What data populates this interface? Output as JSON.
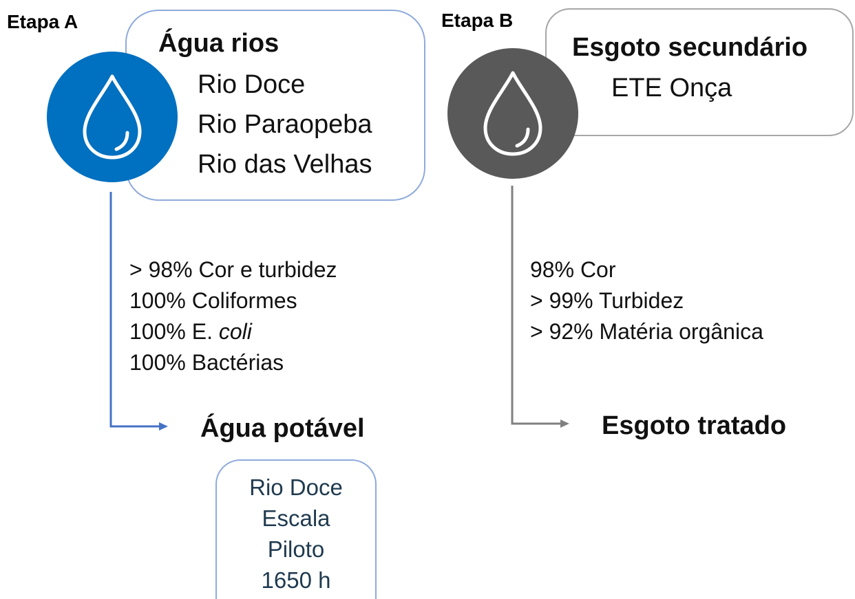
{
  "stage_a": {
    "label": "Etapa A",
    "box_title": "Água rios",
    "sources": [
      "Rio Doce",
      "Rio Paraopeba",
      "Rio das Velhas"
    ],
    "icon": "water-drop-icon",
    "color": "#0070c0",
    "efficiencies": [
      {
        "text": "> 98% Cor e turbidez"
      },
      {
        "text": "100% Coliformes"
      },
      {
        "prefix": "100% E. ",
        "italic": "coli"
      },
      {
        "text": "100% Bactérias"
      }
    ],
    "result": "Água potável",
    "pilot": [
      "Rio Doce",
      "Escala",
      "Piloto",
      "1650 h"
    ]
  },
  "stage_b": {
    "label": "Etapa B",
    "box_title": "Esgoto secundário",
    "sources": [
      "ETE Onça"
    ],
    "icon": "water-drop-icon",
    "color": "#595959",
    "efficiencies": [
      {
        "text": "98% Cor"
      },
      {
        "text": "> 99% Turbidez"
      },
      {
        "text": "> 92% Matéria orgânica"
      }
    ],
    "result": "Esgoto tratado"
  }
}
